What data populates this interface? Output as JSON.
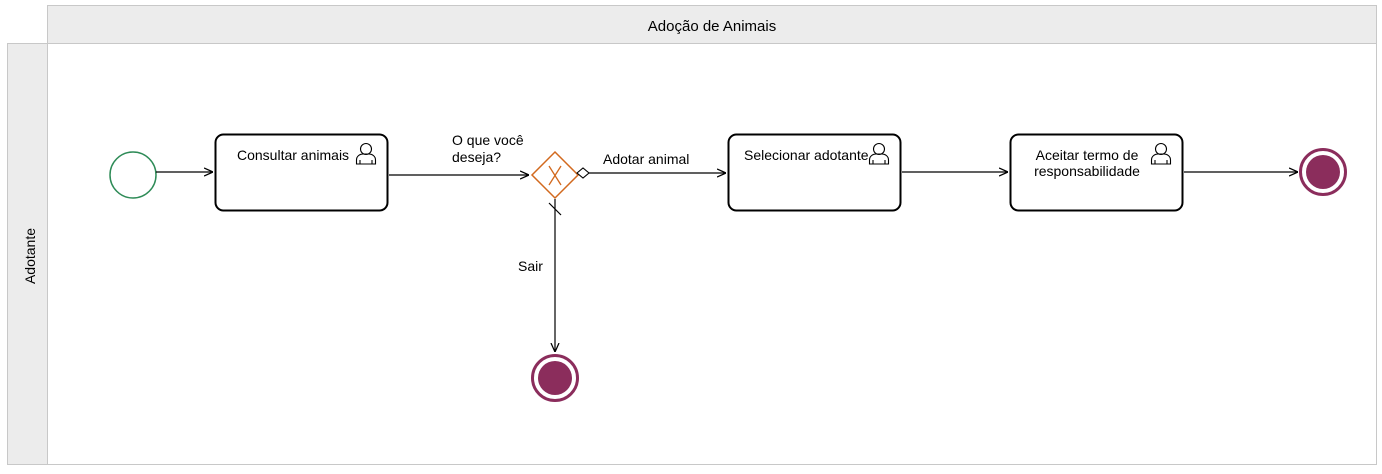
{
  "pool": {
    "title": "Adoção de Animais",
    "lane_label": "Adotante"
  },
  "tasks": {
    "consultar": "Consultar animais",
    "selecionar": "Selecionar adotante",
    "aceitar_line1": "Aceitar termo de",
    "aceitar_line2": "responsabilidade"
  },
  "gateway": {
    "question_line1": "O que você",
    "question_line2": "deseja?"
  },
  "flows": {
    "adotar": "Adotar animal",
    "sair": "Sair"
  },
  "colors": {
    "header_fill": "#ececec",
    "border": "#c8c8c8",
    "start_event": "#2e8b57",
    "gateway": "#d2691e",
    "end_event": "#8b2d5c",
    "stroke": "#000000"
  },
  "icons": {
    "user_task": "user-icon",
    "gateway_marker": "exclusive-x-icon"
  }
}
